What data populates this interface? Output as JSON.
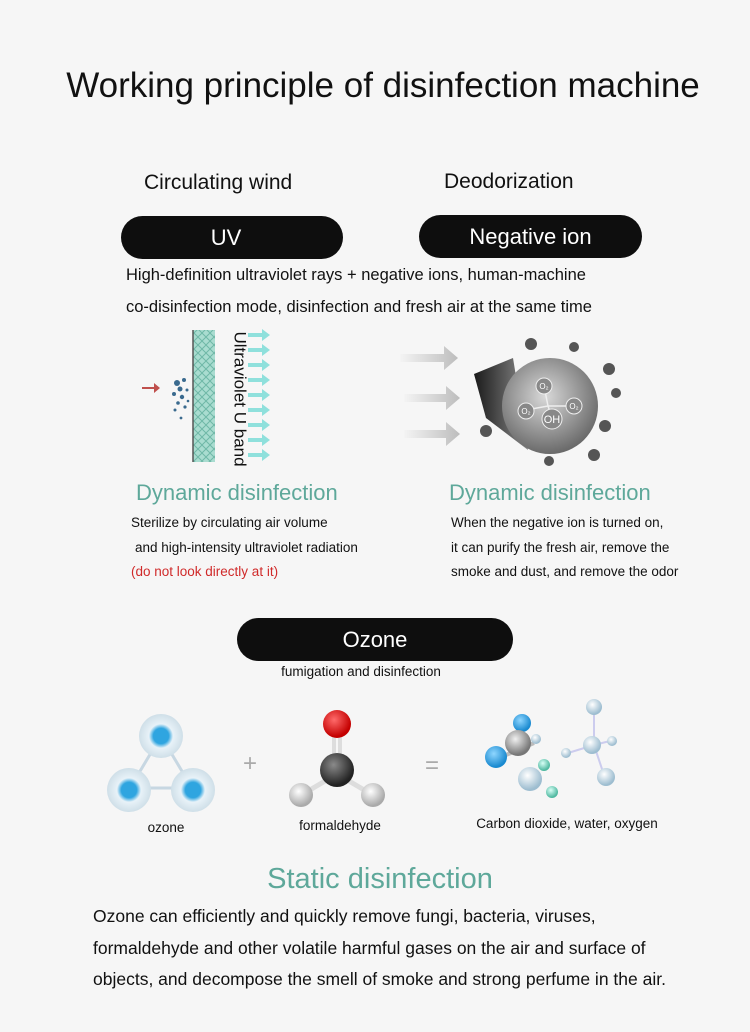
{
  "title": "Working principle of disinfection machine",
  "features": {
    "left_heading": "Circulating wind",
    "right_heading": "Deodorization",
    "uv_pill": "UV",
    "ion_pill": "Negative ion"
  },
  "intro": {
    "line1": "High-definition ultraviolet rays + negative ions, human-machine",
    "line2": "co-disinfection mode, disinfection and fresh air at the same time"
  },
  "uv_diagram": {
    "band_label": "Ultraviolet U band",
    "molecule_labels": [
      "O₂",
      "O₂",
      "O₂",
      "OH"
    ]
  },
  "left_panel": {
    "heading": "Dynamic disinfection",
    "line1": "Sterilize by circulating air volume",
    "line2": "and high-intensity ultraviolet radiation",
    "warning": "(do not look directly at it)"
  },
  "right_panel": {
    "heading": "Dynamic disinfection",
    "line1": "When the negative ion is turned on,",
    "line2": "it can purify the fresh air, remove the",
    "line3": "smoke and dust, and remove the odor"
  },
  "ozone": {
    "pill": "Ozone",
    "subtitle": "fumigation and disinfection",
    "plus": "+",
    "equals": "=",
    "label_ozone": "ozone",
    "label_formaldehyde": "formaldehyde",
    "label_products": "Carbon dioxide, water, oxygen"
  },
  "static": {
    "heading": "Static disinfection",
    "line1": "Ozone can efficiently and quickly remove fungi, bacteria, viruses,",
    "line2": "formaldehyde and other volatile harmful gases on the air and surface of",
    "line3": "objects, and decompose the smell of smoke and strong perfume in the air."
  },
  "colors": {
    "teal": "#5ea89a",
    "warning_red": "#d02a2a",
    "pill_black": "#0e0e0e",
    "arrow_cyan": "#8fe0dc"
  }
}
